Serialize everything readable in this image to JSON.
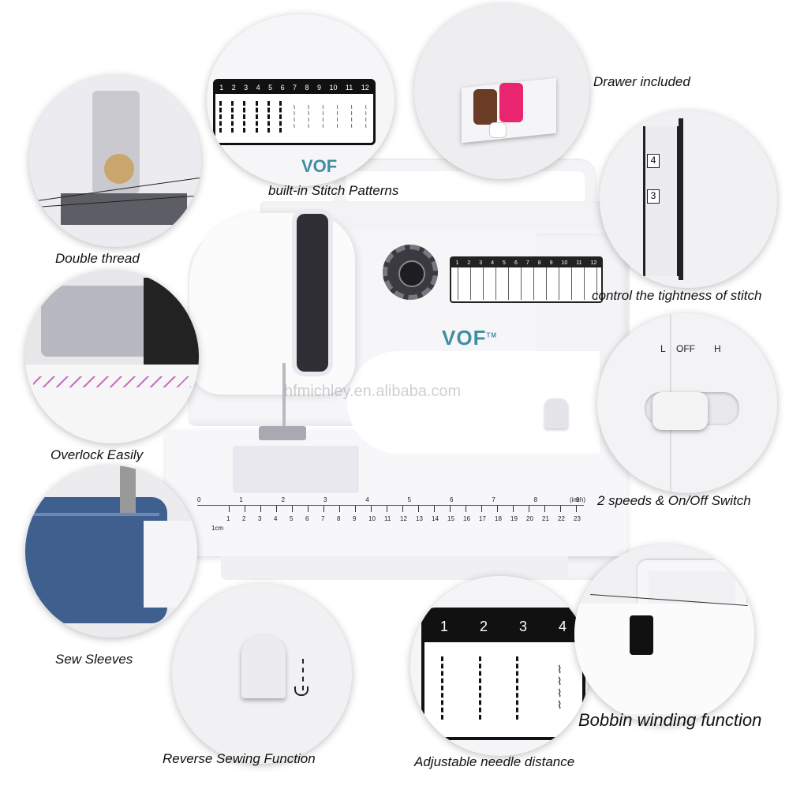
{
  "captions": {
    "double_thread": "Double thread",
    "stitch_patterns": "built-in Stitch Patterns",
    "drawer": "Drawer included",
    "tightness": "control the tightness of stitch",
    "overlock": "Overlock Easily",
    "speeds": "2 speeds & On/Off Switch",
    "sleeves": "Sew Sleeves",
    "bobbin": "Bobbin winding function",
    "reverse": "Reverse Sewing Function",
    "needle_distance": "Adjustable needle distance"
  },
  "machine": {
    "logo": "VOF",
    "logo_tm": "TM",
    "watermark": "hfmichley.en.alibaba.com",
    "ruler_inch_label": "(inch)",
    "ruler_cm_label": "1cm",
    "ruler_inch_numbers": [
      "0",
      "1",
      "2",
      "3",
      "4",
      "5",
      "6",
      "7",
      "8",
      "9"
    ],
    "ruler_cm_numbers": [
      "1",
      "2",
      "3",
      "4",
      "5",
      "6",
      "7",
      "8",
      "9",
      "10",
      "11",
      "12",
      "13",
      "14",
      "15",
      "16",
      "17",
      "18",
      "19",
      "20",
      "21",
      "22",
      "23"
    ]
  },
  "stitch_numbers": [
    "1",
    "2",
    "3",
    "4",
    "5",
    "6",
    "7",
    "8",
    "9",
    "10",
    "11",
    "12"
  ],
  "needle_numbers": [
    "1",
    "2",
    "3",
    "4"
  ],
  "tightness_numbers": [
    "4",
    "3"
  ],
  "switch_labels": {
    "low": "L",
    "off": "OFF",
    "high": "H"
  },
  "colors": {
    "logo": "#3f8ea0",
    "pink_thread": "#e8256e",
    "brown_thread": "#6a3b25",
    "denim": "#3f5f8f"
  }
}
